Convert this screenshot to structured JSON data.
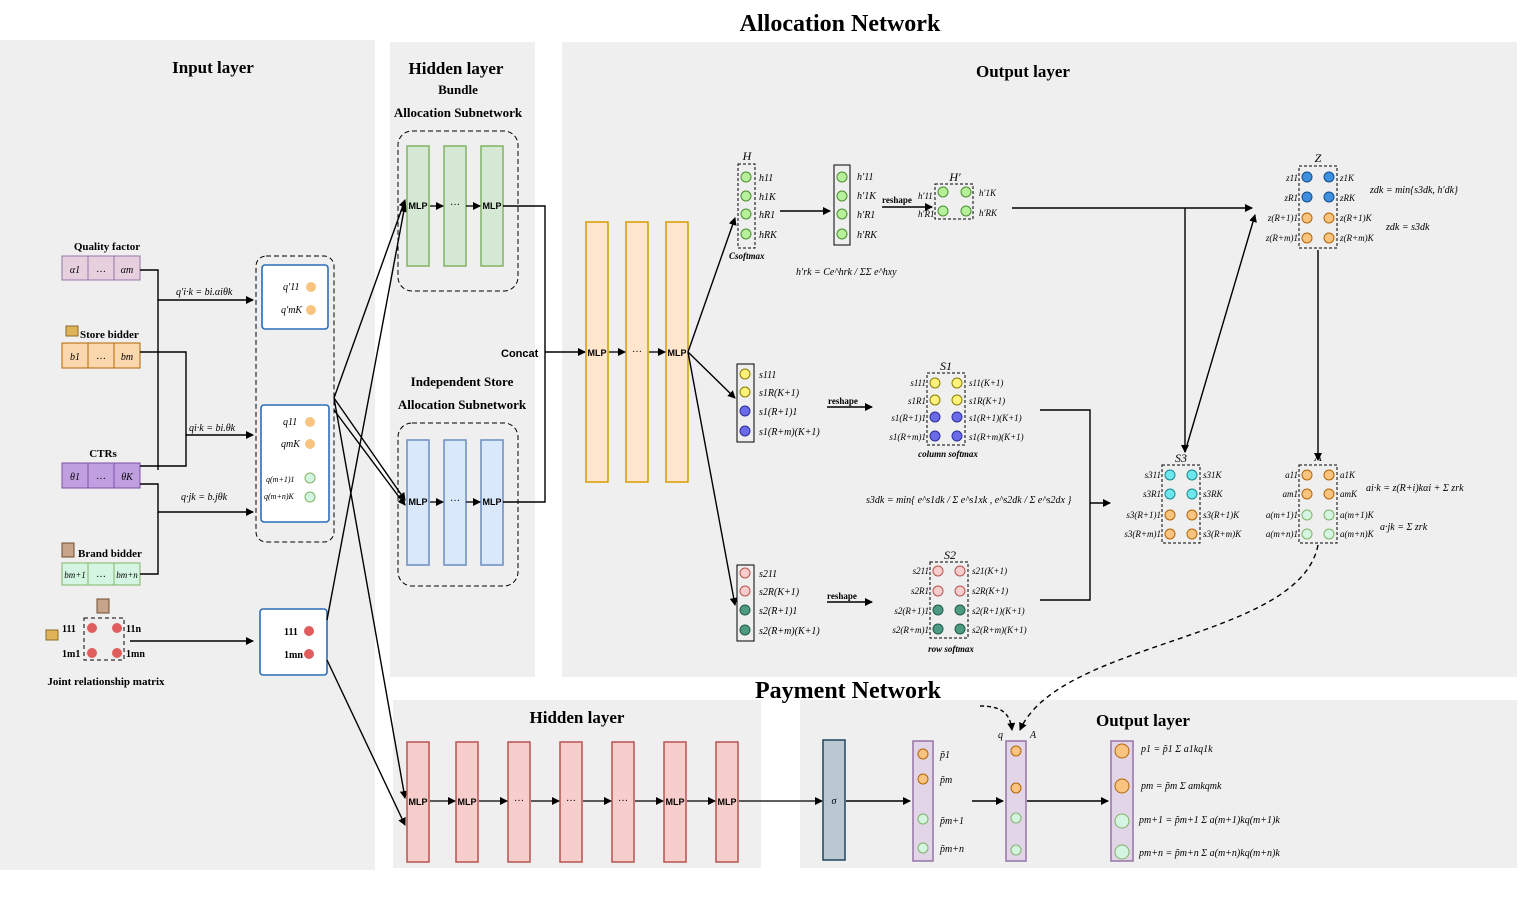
{
  "titles": {
    "allocation_network": "Allocation Network",
    "payment_network": "Payment  Network"
  },
  "panels": {
    "input_layer": "Input layer",
    "hidden_layer": "Hidden layer",
    "output_layer": "Output layer",
    "bundle_1": "Bundle",
    "bundle_2": "Allocation Subnetwork",
    "independent_1": "Independent Store",
    "independent_2": "Allocation Subnetwork",
    "pay_hidden": "Hidden layer",
    "pay_output": "Output layer"
  },
  "inputs": {
    "quality_factor": "Quality factor",
    "quality_cells": [
      "α1",
      "…",
      "αm"
    ],
    "store_bidder": "Store bidder",
    "store_cells": [
      "b1",
      "…",
      "bm"
    ],
    "ctrs": "CTRs",
    "ctr_cells": [
      "θ1",
      "…",
      "θK"
    ],
    "brand_bidder": "Brand bidder",
    "brand_cells": [
      "bm+1",
      "…",
      "bm+n"
    ],
    "joint_matrix": "Joint relationship matrix",
    "joint_labels": [
      "111",
      "11n",
      "1m1",
      "1mn"
    ]
  },
  "formulas": {
    "q_prime": "q′i·k = bi.αiθk",
    "q_ik": "qi·k = bi.θk",
    "q_jk": "q·jk = b.jθk",
    "h_prime": "h′rk = Ce^hrk / ΣΣ e^hxy",
    "z_dk_1": "zdk = min{s3dk, h′dk}",
    "z_dk_2": "zdk = s3dk",
    "s3_dk": "s3dk = min{ e^s1dk / Σ e^s1xk , e^s2dk / Σ e^s2dx }",
    "a_ik": "ai·k = z(R+i)kαi + Σ zrk",
    "a_jk": "a·jk = Σ zrk",
    "p1": "p1 = p̃1 Σ a1kq1k",
    "pm": "pm = p̃m Σ amkqmk",
    "pm1": "pm+1 = p̃m+1 Σ a(m+1)kq(m+1)k",
    "pmn": "pm+n = p̃m+n Σ a(m+n)kq(m+n)k"
  },
  "nodes": {
    "q_prime_box": [
      "q′11",
      "q′mK"
    ],
    "q_box": [
      "q11",
      "qmK",
      "q(m+1)1",
      "q(m+n)K"
    ],
    "one_box": [
      "111",
      "1mn"
    ],
    "h_labels": [
      "h11",
      "h1K",
      "hR1",
      "hRK"
    ],
    "hprime_labels": [
      "h′11",
      "h′1K",
      "h′R1",
      "h′RK"
    ],
    "Hprime_grid": [
      "h′11",
      "h′1K",
      "h′R1",
      "h′RK"
    ],
    "s1_labels": [
      "s111",
      "s1R(K+1)",
      "s1(R+1)1",
      "s1(R+m)(K+1)"
    ],
    "S1_left": [
      "s111",
      "s1R1",
      "s1(R+1)1",
      "s1(R+m)1"
    ],
    "S1_right": [
      "s11(K+1)",
      "s1R(K+1)",
      "s1(R+1)(K+1)",
      "s1(R+m)(K+1)"
    ],
    "s2_labels": [
      "s211",
      "s2R(K+1)",
      "s2(R+1)1",
      "s2(R+m)(K+1)"
    ],
    "S2_left": [
      "s211",
      "s2R1",
      "s2(R+1)1",
      "s2(R+m)1"
    ],
    "S2_right": [
      "s21(K+1)",
      "s2R(K+1)",
      "s2(R+1)(K+1)",
      "s2(R+m)(K+1)"
    ],
    "S3_left": [
      "s311",
      "s3R1",
      "s3(R+1)1",
      "s3(R+m)1"
    ],
    "S3_right": [
      "s31K",
      "s3RK",
      "s3(R+1)K",
      "s3(R+m)K"
    ],
    "Z_left": [
      "z11",
      "zR1",
      "z(R+1)1",
      "z(R+m)1"
    ],
    "Z_right": [
      "z1K",
      "zRK",
      "z(R+1)K",
      "z(R+m)K"
    ],
    "A_left": [
      "a11",
      "am1",
      "a(m+1)1",
      "a(m+n)1"
    ],
    "A_right": [
      "a1K",
      "amK",
      "a(m+1)K",
      "a(m+n)K"
    ],
    "ptilde": [
      "p̃1",
      "p̃m",
      "p̃m+1",
      "p̃m+n"
    ]
  },
  "symbols": {
    "H": "H",
    "Hprime": "H′",
    "S1": "S1",
    "S2": "S2",
    "S3": "S3",
    "Z": "Z",
    "A": "A",
    "q": "q",
    "A2": "A",
    "sigma": "σ"
  },
  "ops": {
    "concat": "Concat",
    "mlp": "MLP",
    "dots": "…",
    "csoftmax": "Csoftmax",
    "reshape": "reshape",
    "column_softmax": "column softmax",
    "row_softmax": "row softmax"
  },
  "colors": {
    "panel_bg": "#efefef",
    "green_fill": "#d5e8d4",
    "green_stroke": "#82b366",
    "blue_fill": "#dae8fc",
    "blue_stroke": "#6c8ebf",
    "orange_fill": "#ffe6cc",
    "orange_stroke": "#d79b00",
    "red_fill": "#f8cecc",
    "red_stroke": "#b85450",
    "purple_fill": "#e1d5e7",
    "purple_stroke": "#9673a6",
    "sigma_fill": "#bac8d3",
    "sigma_stroke": "#23445d",
    "quality_fill": "#e6d0de",
    "store_fill": "#fad7ac",
    "ctr_fill": "#c09fe0",
    "brand_fill": "#d5f5e3"
  }
}
